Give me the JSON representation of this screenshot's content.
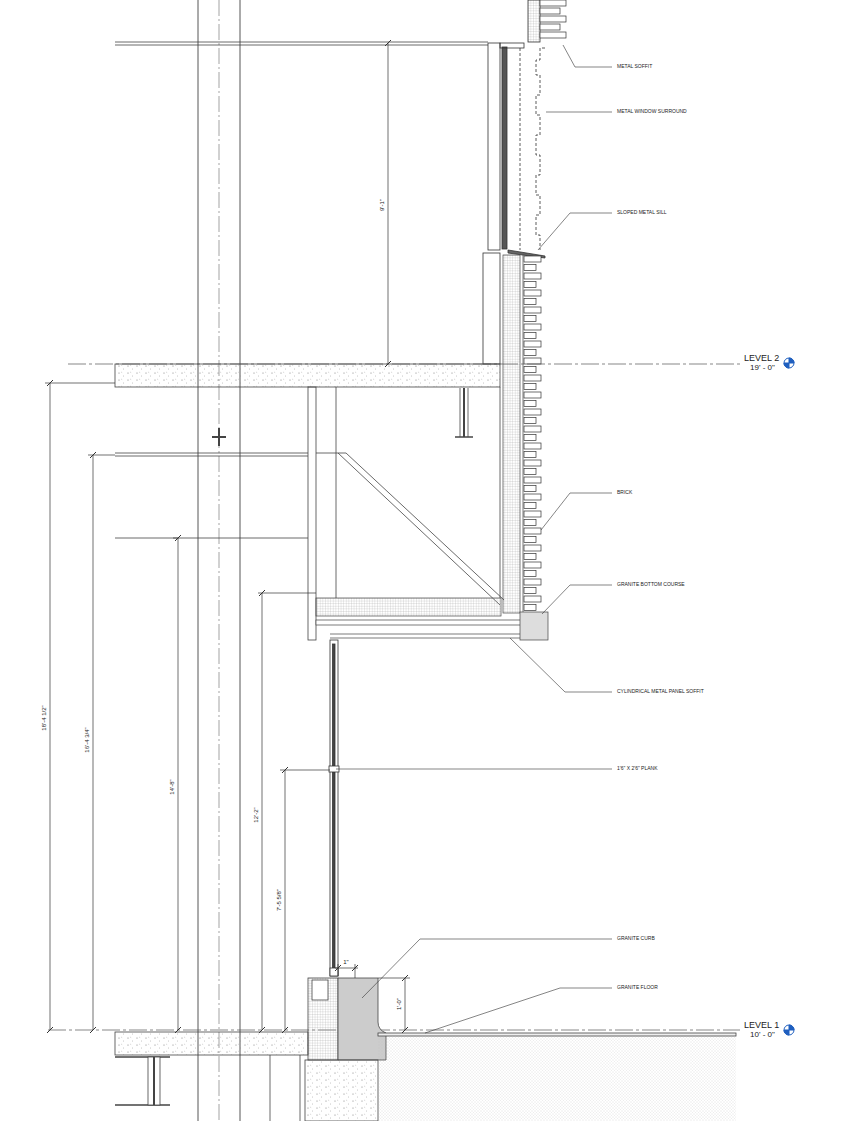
{
  "diagram": {
    "labels": [
      "METAL SOFFIT",
      "METAL WINDOW SURROUND",
      "SLOPED METAL SILL",
      "9'-1\"",
      "LEVEL 2",
      "19' - 0\"",
      "BRICK",
      "GRANITE BOTTOM COURSE",
      "CYLINDRICAL METAL PANEL SOFFIT",
      "18'-4 1/2\"",
      "16'-4 3/4\"",
      "14'-8\"",
      "12'-2\"",
      "7'-5 5/8\"",
      "1'6\" X 2'6\" PLANK",
      "1\"",
      "1'-0\"",
      "GRANITE CURB",
      "GRANITE FLOOR",
      "LEVEL 1",
      "10' - 0\""
    ]
  }
}
